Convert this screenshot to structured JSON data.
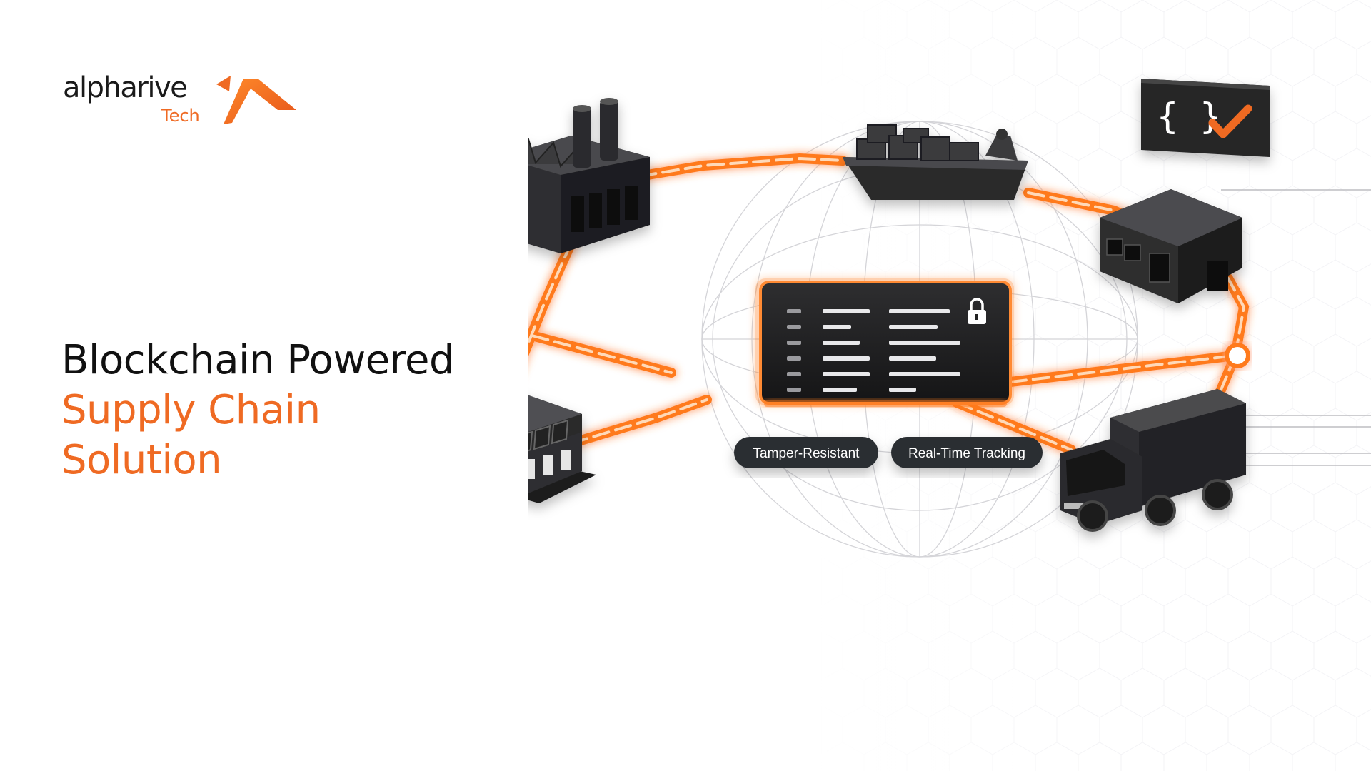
{
  "brand": {
    "name": "alpharive",
    "sub": "Tech",
    "accent_color": "#ef6a23",
    "logo_icon": "chevron-roof-icon"
  },
  "headline": {
    "line1": "Blockchain Powered",
    "line2": "Supply Chain",
    "line3": "Solution"
  },
  "badges": {
    "tamper": "Tamper-Resistant",
    "tracking": "Real-Time Tracking"
  },
  "code_panel": {
    "braces": "{ }"
  },
  "nodes": [
    {
      "icon": "factory-icon"
    },
    {
      "icon": "cargo-ship-icon"
    },
    {
      "icon": "warehouse-icon"
    },
    {
      "icon": "delivery-truck-icon"
    },
    {
      "icon": "storefront-icon"
    },
    {
      "icon": "ledger-screen-icon"
    },
    {
      "icon": "lock-icon"
    },
    {
      "icon": "smart-contract-check-icon"
    },
    {
      "icon": "globe-icon"
    }
  ],
  "colors": {
    "chain": "#ff7a1a",
    "node_dark": "#2a2a2a",
    "text_dark": "#111111"
  }
}
